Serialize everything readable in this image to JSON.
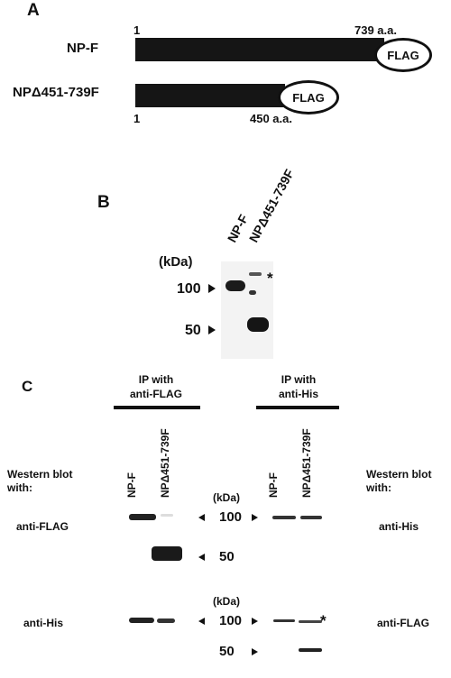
{
  "panel_a": {
    "label": "A",
    "rows": [
      {
        "name": "NP-F",
        "start": "1",
        "end": "739 a.a.",
        "tag": "FLAG"
      },
      {
        "name": "NPΔ451-739F",
        "start": "1",
        "end": "450 a.a.",
        "tag": "FLAG"
      }
    ]
  },
  "panel_b": {
    "label": "B",
    "lanes": [
      "NP-F",
      "NPΔ451-739F"
    ],
    "unit": "(kDa)",
    "markers": [
      "100",
      "50"
    ],
    "asterisk": "*"
  },
  "panel_c": {
    "label": "C",
    "ip_left": {
      "line1": "IP with",
      "line2": "anti-FLAG"
    },
    "ip_right": {
      "line1": "IP with",
      "line2": "anti-His"
    },
    "lanes": [
      "NP-F",
      "NPΔ451-739F"
    ],
    "wb_left": {
      "line1": "Western blot",
      "line2": "with:"
    },
    "wb_right": {
      "line1": "Western blot",
      "line2": "with:"
    },
    "unit": "(kDa)",
    "markers": [
      "100",
      "50"
    ],
    "row1_left_label": "anti-FLAG",
    "row1_right_label": "anti-His",
    "row2_left_label": "anti-His",
    "row2_right_label": "anti-FLAG",
    "asterisk": "*"
  }
}
